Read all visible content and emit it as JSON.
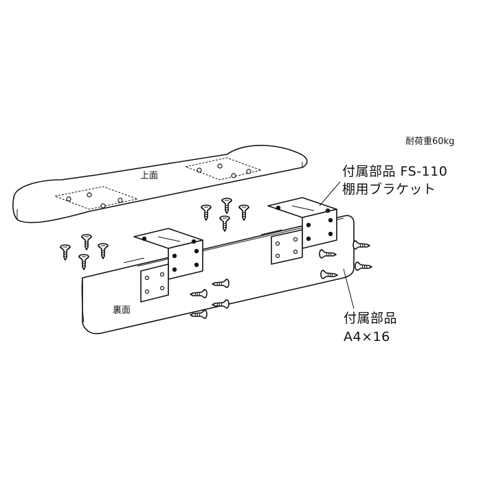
{
  "labels": {
    "load_capacity": "耐荷重60kg",
    "top_face": "上面",
    "back_face": "裏面",
    "bracket_title": "付属部品 FS-110",
    "bracket_name": "棚用ブラケット",
    "screw_title": "付属部品",
    "screw_spec": "A4×16"
  },
  "colors": {
    "line": "#111111",
    "background": "#ffffff"
  }
}
